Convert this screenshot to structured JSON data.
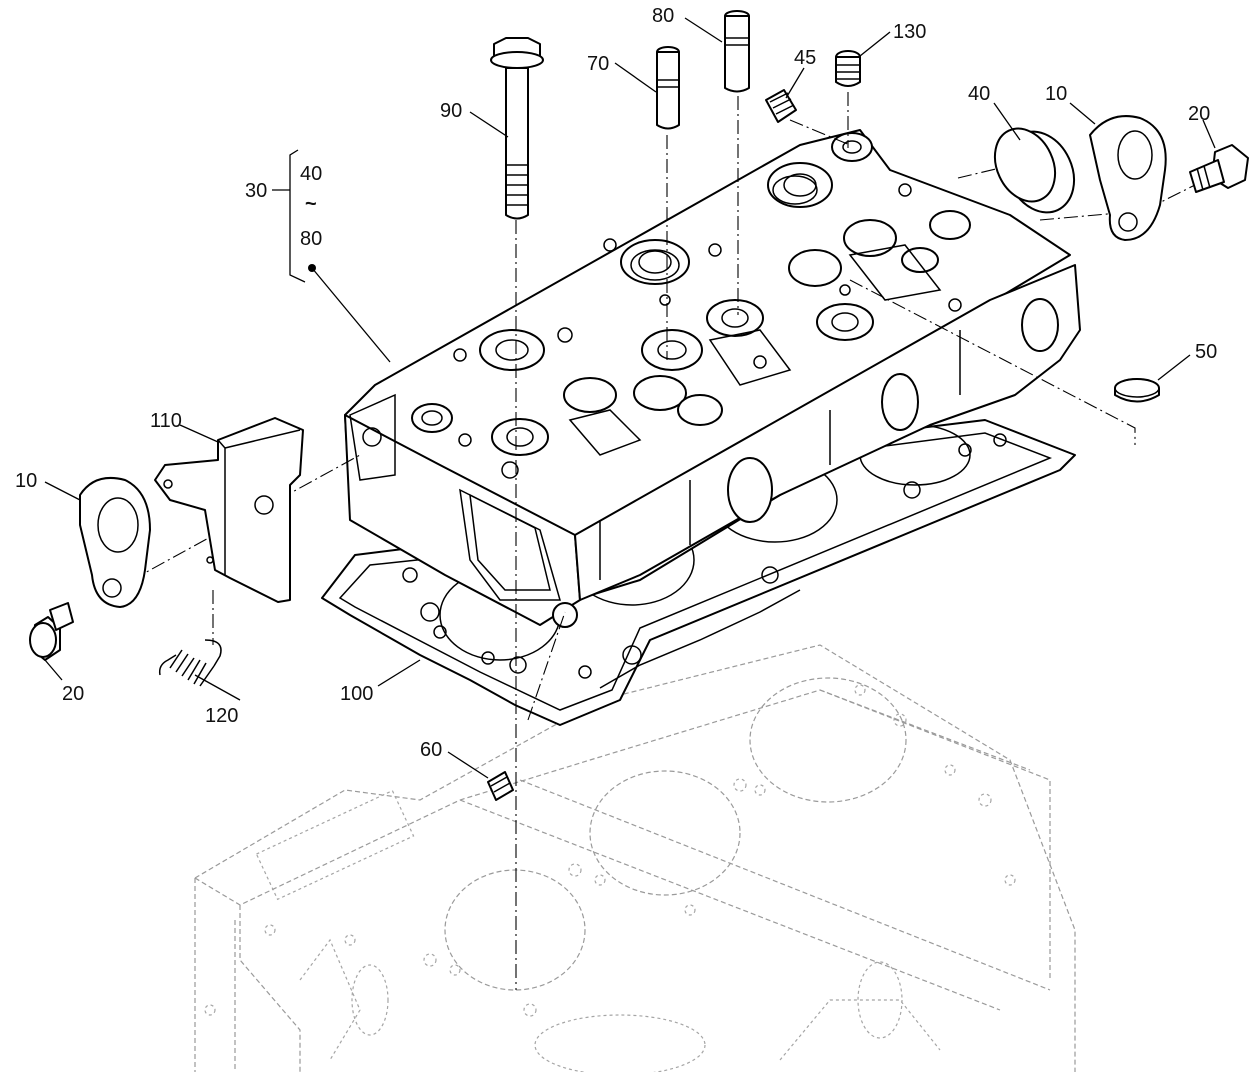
{
  "callouts": {
    "c90": "90",
    "c70": "70",
    "c80_top": "80",
    "c45": "45",
    "c130": "130",
    "c40_right": "40",
    "c10_right": "10",
    "c20_right": "20",
    "c50": "50",
    "c110": "110",
    "c10_left": "10",
    "c20_left": "20",
    "c120": "120",
    "c100": "100",
    "c60": "60"
  },
  "kit_bracket": {
    "ref": "30",
    "from": "40",
    "tilde": "~",
    "to": "80"
  }
}
